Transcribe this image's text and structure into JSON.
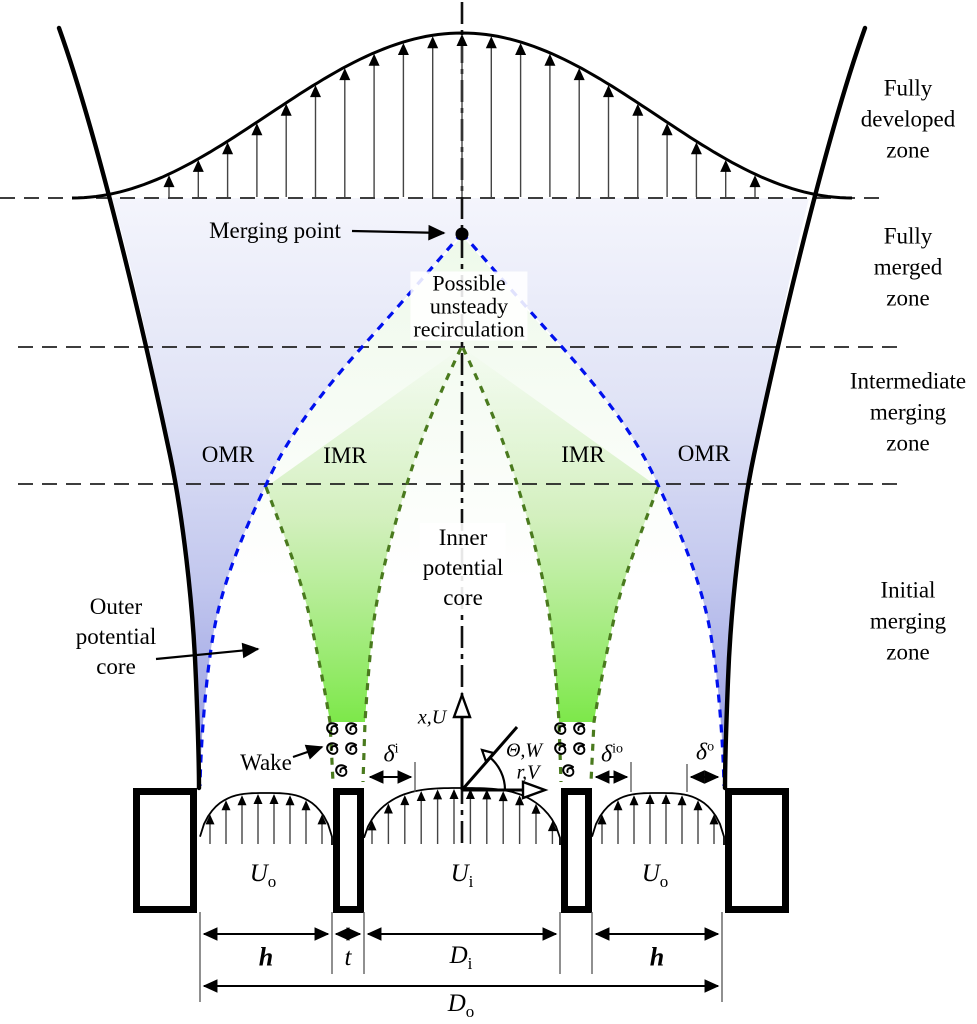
{
  "figure": {
    "zones": {
      "fully_developed": {
        "l1": "Fully",
        "l2": "developed",
        "l3": "zone"
      },
      "fully_merged": {
        "l1": "Fully",
        "l2": "merged",
        "l3": "zone"
      },
      "intermediate_merging": {
        "l1": "Intermediate",
        "l2": "merging",
        "l3": "zone"
      },
      "initial_merging": {
        "l1": "Initial",
        "l2": "merging",
        "l3": "zone"
      }
    },
    "annotations": {
      "merging_point": "Merging point",
      "recirculation": {
        "l1": "Possible",
        "l2": "unsteady",
        "l3": "recirculation"
      },
      "omr": "OMR",
      "imr": "IMR",
      "inner_core": {
        "l1": "Inner",
        "l2": "potential",
        "l3": "core"
      },
      "outer_core": {
        "l1": "Outer",
        "l2": "potential",
        "l3": "core"
      },
      "wake": "Wake"
    },
    "axes": {
      "axial": "x,U",
      "azimuthal": "Θ,W",
      "radial": "r,V"
    },
    "boundary_layers": {
      "delta": "δ",
      "inner_sup": "i",
      "inner_outer_sup": "io",
      "outer_sup": "o"
    },
    "velocities": {
      "U": "U",
      "outer_sub": "o",
      "inner_sub": "i"
    },
    "dimensions": {
      "h": "h",
      "t": "t",
      "D": "D",
      "inner_sub": "i",
      "outer_sub": "o"
    },
    "colors": {
      "blue_boundary_dashed": "#0010ee",
      "green_boundary_dashed": "#4a7a1e",
      "omr_gradient_tip": "#8f96e0",
      "imr_gradient_tip": "#7de84a",
      "lavender_wash": "#e9ebf8",
      "green_wash": "#eef9ea",
      "line_black": "#000000"
    }
  }
}
